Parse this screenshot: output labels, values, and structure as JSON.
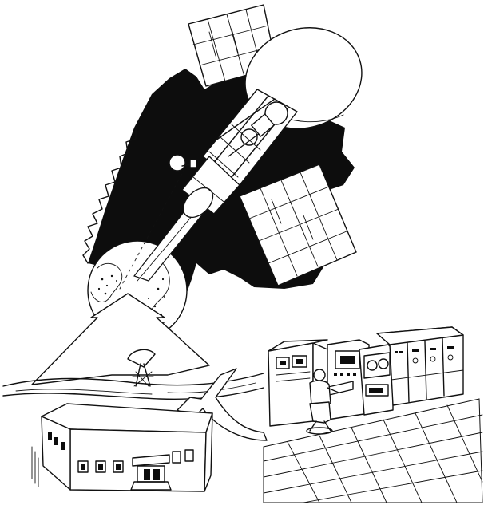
{
  "illustration": {
    "colors": {
      "ink": "#111111",
      "paper": "#ffffff"
    },
    "elements": [
      "satellite",
      "solar-panel",
      "earth-globe",
      "radar-dish",
      "ground-station-building",
      "control-console",
      "operator",
      "computer-rack",
      "signal-arrow"
    ]
  }
}
